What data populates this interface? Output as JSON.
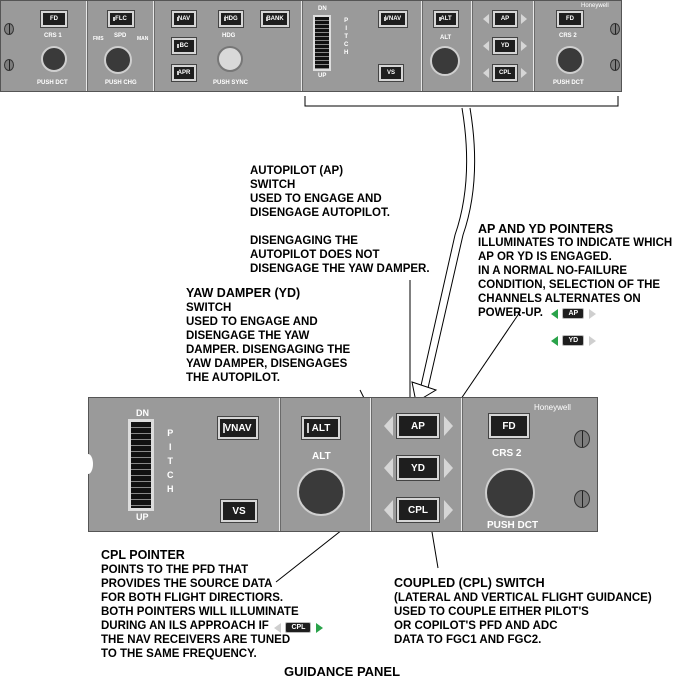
{
  "top_panel": {
    "brand": "Honeywell",
    "buttons": {
      "fd_left": "FD",
      "flc": "FLC",
      "nav": "NAV",
      "hdg": "HDG",
      "bank": "BANK",
      "bc": "BC",
      "apr": "APR",
      "vnav": "VNAV",
      "vs": "VS",
      "alt": "ALT",
      "ap": "AP",
      "yd": "YD",
      "cpl": "CPL",
      "fd_right": "FD"
    },
    "labels": {
      "crs1": "CRS 1",
      "push_dct_left": "PUSH DCT",
      "fms": "FMS",
      "spd": "SPD",
      "man": "MAN",
      "push_chg": "PUSH CHG",
      "hdg_knob": "HDG",
      "push_sync": "PUSH SYNC",
      "dn": "DN",
      "up": "UP",
      "pitch": "P\nI\nT\nC\nH",
      "alt_knob": "ALT",
      "crs2": "CRS 2",
      "push_dct_right": "PUSH DCT"
    }
  },
  "zoom_panel": {
    "brand": "Honeywell",
    "dn": "DN",
    "up": "UP",
    "pitch": "P\nI\nT\nC\nH",
    "buttons": {
      "vnav": "VNAV",
      "vs": "VS",
      "alt": "ALT",
      "ap": "AP",
      "yd": "YD",
      "cpl": "CPL",
      "fd": "FD"
    },
    "alt_knob": "ALT",
    "crs2": "CRS 2",
    "push_dct": "PUSH DCT"
  },
  "annotations": {
    "autopilot": "AUTOPILOT (AP)\nSWITCH\nUSED TO ENGAGE AND\nDISENGAGE AUTOPILOT.\n\nDISENGAGING THE\nAUTOPILOT DOES NOT\nDISENGAGE THE YAW DAMPER.",
    "pointers_title": "AP AND YD POINTERS",
    "pointers_body": "ILLUMINATES TO INDICATE WHICH\nAP OR YD IS ENGAGED.\nIN A NORMAL NO-FAILURE\nCONDITION, SELECTION OF THE\nCHANNELS ALTERNATES ON\nPOWER-UP.",
    "pointers_ap_icon": "AP",
    "pointers_yd_icon": "YD",
    "yaw_title": "YAW DAMPER (YD)",
    "yaw_body": "SWITCH\nUSED TO ENGAGE AND\nDISENGAGE THE YAW\nDAMPER. DISENGAGING THE\nYAW DAMPER, DISENGAGES\nTHE AUTOPILOT.",
    "cpl_pointer_title": "CPL POINTER",
    "cpl_pointer_body1": "POINTS TO THE PFD THAT\nPROVIDES THE SOURCE DATA\nFOR BOTH FLIGHT DIRECTIORS.\nBOTH POINTERS WILL ILLUMINATE\nDURING AN ILS APPROACH IF",
    "cpl_pointer_icon": "CPL",
    "cpl_pointer_body2": "THE NAV RECEIVERS ARE TUNED\nTO THE SAME FREQUENCY.",
    "coupled_title": "COUPLED (CPL) SWITCH",
    "coupled_body": "(LATERAL AND VERTICAL FLIGHT GUIDANCE)\nUSED TO COUPLE EITHER PILOT'S\nOR COPILOT'S PFD AND ADC\nDATA TO FGC1 AND FGC2."
  },
  "caption": "GUIDANCE PANEL"
}
